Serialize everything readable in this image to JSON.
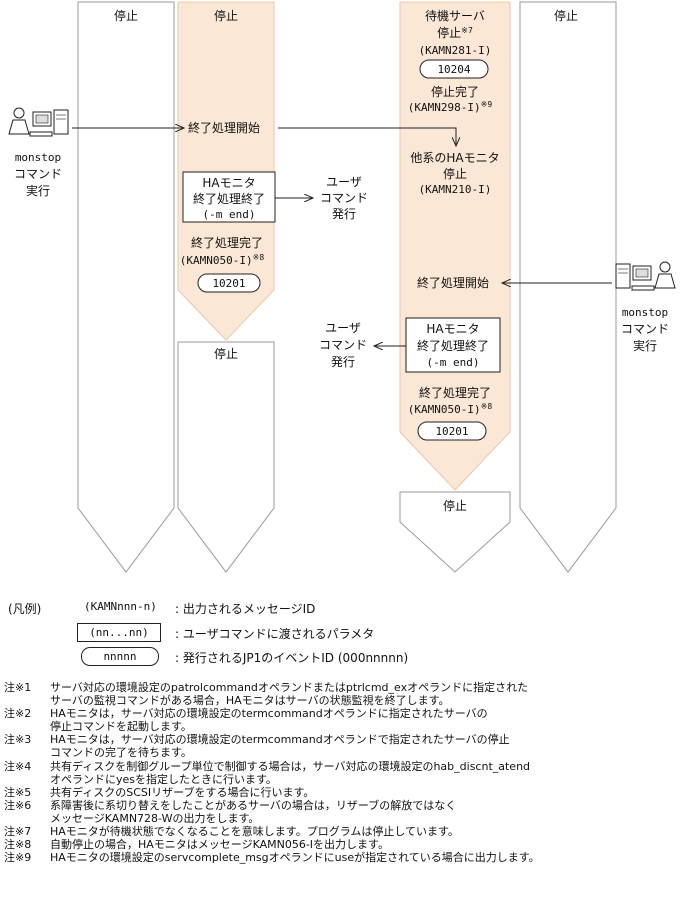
{
  "lanes": {
    "lane1_top": "停止",
    "lane2_top": "停止",
    "lane3_top": "停止",
    "lane4_top": "停止",
    "lane3_bottom": "停止"
  },
  "active_server": {
    "start_process": "終了処理開始",
    "ha_box_line1": "HAモニタ",
    "ha_box_line2": "終了処理終了",
    "ha_box_line3": "(-m end)",
    "user_cmd_line1": "ユーザ",
    "user_cmd_line2": "コマンド",
    "user_cmd_line3": "発行",
    "complete": "終了処理完了",
    "complete_msg": "(KAMN050-I)",
    "complete_note": "※8",
    "event_id": "10201"
  },
  "standby_server": {
    "standby_line1": "待機サーバ",
    "standby_line2": "停止",
    "standby_note": "※7",
    "standby_msg": "(KAMN281-I)",
    "standby_event": "10204",
    "stop_complete": "停止完了",
    "stop_msg": "(KAMN298-I)",
    "stop_note": "※9",
    "other_ha_line1": "他系のHAモニタ",
    "other_ha_line2": "停止",
    "other_ha_msg": "(KAMN210-I)",
    "start_process": "終了処理開始",
    "ha_box_line1": "HAモニタ",
    "ha_box_line2": "終了処理終了",
    "ha_box_line3": "(-m end)",
    "user_cmd_line1": "ユーザ",
    "user_cmd_line2": "コマンド",
    "user_cmd_line3": "発行",
    "complete": "終了処理完了",
    "complete_msg": "(KAMN050-I)",
    "complete_note": "※8",
    "event_id": "10201"
  },
  "left_operator": {
    "line1": "monstop",
    "line2": "コマンド",
    "line3": "実行",
    "icon": "operator-computer-icon"
  },
  "right_operator": {
    "line1": "monstop",
    "line2": "コマンド",
    "line3": "実行",
    "icon": "operator-computer-icon"
  },
  "legend": {
    "label": "(凡例)",
    "msg_symbol": "(KAMNnnn-n)",
    "msg_desc": ": 出力されるメッセージID",
    "param_symbol": "(nn...nn)",
    "param_desc": ": ユーザコマンドに渡されるパラメタ",
    "event_symbol": "nnnnn",
    "event_desc": ": 発行されるJP1のイベントID (000nnnnn)"
  },
  "notes": [
    {
      "label": "注※1",
      "text": "サーバ対応の環境設定のpatrolcommandオペランドまたはptrlcmd_exオペランドに指定された\nサーバの監視コマンドがある場合，HAモニタはサーバの状態監視を終了します。"
    },
    {
      "label": "注※2",
      "text": "HAモニタは，サーバ対応の環境設定のtermcommandオペランドに指定されたサーバの\n停止コマンドを起動します。"
    },
    {
      "label": "注※3",
      "text": "HAモニタは，サーバ対応の環境設定のtermcommandオペランドで指定されたサーバの停止\nコマンドの完了を待ちます。"
    },
    {
      "label": "注※4",
      "text": "共有ディスクを制御グループ単位で制御する場合は，サーバ対応の環境設定のhab_discnt_atend\nオペランドにyesを指定したときに行います。"
    },
    {
      "label": "注※5",
      "text": "共有ディスクのSCSIリザーブをする場合に行います。"
    },
    {
      "label": "注※6",
      "text": "系障害後に系切り替えをしたことがあるサーバの場合は，リザーブの解放ではなく\nメッセージKAMN728-Wの出力をします。"
    },
    {
      "label": "注※7",
      "text": "HAモニタが待機状態でなくなることを意味します。プログラムは停止しています。"
    },
    {
      "label": "注※8",
      "text": "自動停止の場合，HAモニタはメッセージKAMN056-Iを出力します。"
    },
    {
      "label": "注※9",
      "text": "HAモニタの環境設定のservcomplete_msgオペランドにuseが指定されている場合に出力します。"
    }
  ],
  "colors": {
    "active_fill": "#fbe7d6",
    "active_stroke": "#e9c9a8",
    "lane_stroke": "#9a9a9a",
    "line": "#222222"
  }
}
